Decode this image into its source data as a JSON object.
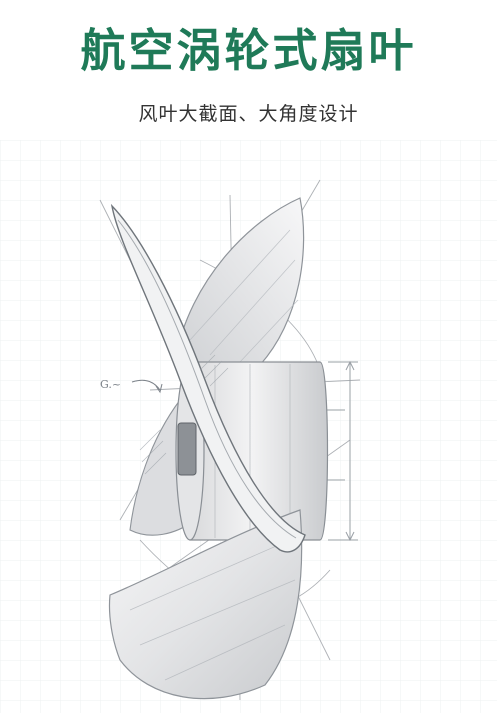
{
  "title": "航空涡轮式扇叶",
  "subtitle": "风叶大截面、大角度设计",
  "illustration": {
    "annotation_text": "G.~",
    "colors": {
      "title": "#1f7a58",
      "subtitle": "#333333",
      "blade_fill": "#e7e8ea",
      "sketch_line": "#8a8f95",
      "grid": "#eef0f2"
    }
  }
}
